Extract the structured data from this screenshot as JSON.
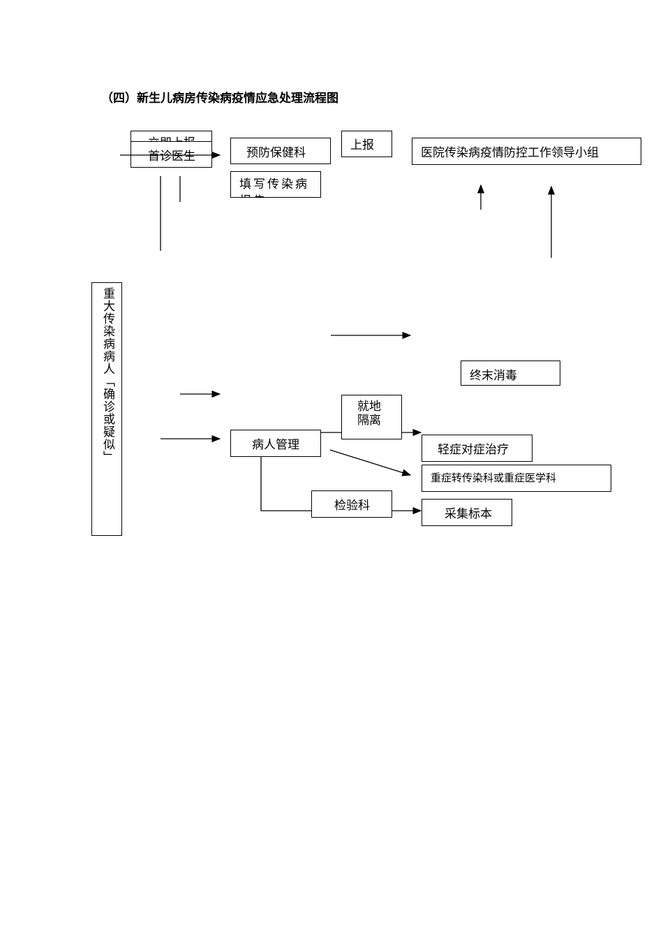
{
  "title": "（四）新生儿病房传染病疫情应急处理流程图",
  "nodes": {
    "immediate_report": "立即上报",
    "first_doctor": "首诊医生",
    "prevention_dept": "预防保健科",
    "fill_report": "填写传染病报告",
    "report": "上报",
    "leading_group": "医院传染病疫情防控工作领导小组",
    "patient": "重大传染病病人「确诊或疑似」",
    "terminal_disinfection": "终末消毒",
    "patient_management": "病人管理",
    "local_isolation": "就地隔离",
    "mild_treatment": "轻症对症治疗",
    "severe_transfer": "重症转传染科或重症医学科",
    "lab": "检验科",
    "collect_specimen": "采集标本"
  }
}
